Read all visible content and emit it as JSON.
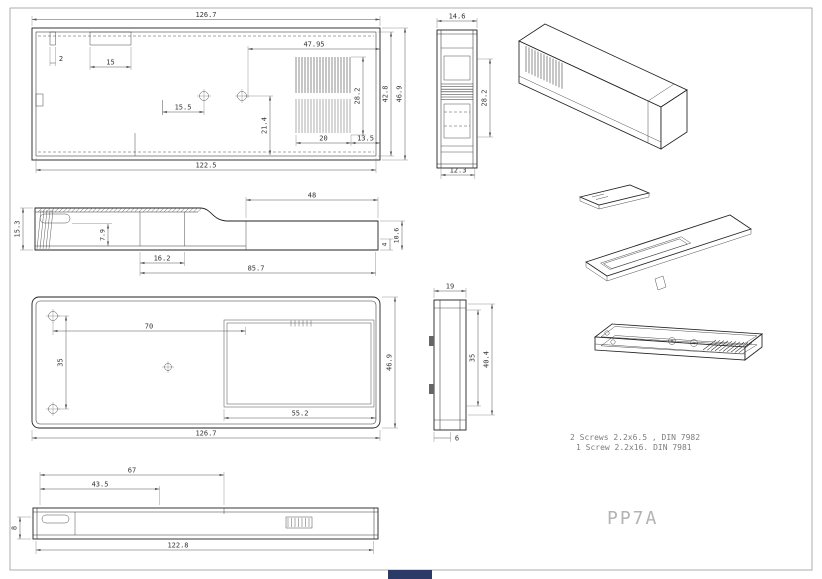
{
  "sheet": {
    "part_label": "PP7A",
    "notes": {
      "screws_line1": "2 Screws 2.2x6.5 , DIN 7982",
      "screws_line2": "1 Screw 2.2x16. DIN 7981"
    },
    "colors": {
      "line": "#222222",
      "dimension": "#555555",
      "part_label_gray": "#b3b3b3",
      "sheet_tab_navy": "#2b3a67"
    }
  },
  "top_view": {
    "w": "126.7",
    "wi": "122.5",
    "h": "46.9",
    "hi": "42.8",
    "d2": "2",
    "d15": "15",
    "d47_95": "47.95",
    "d28_2": "28.2",
    "d15_5": "15.5",
    "d21_4": "21.4",
    "d20": "20",
    "d13_5": "13.5"
  },
  "end_view_top": {
    "w": "14.6",
    "d28_2": "28.2",
    "d12_3": "12.3"
  },
  "side_view": {
    "d48": "48",
    "d15_3": "15.3",
    "d7_9": "7.9",
    "d16_2": "16.2",
    "d85_7": "85.7",
    "d4": "4",
    "d10_6": "10.6"
  },
  "bottom_view": {
    "d70": "70",
    "d35": "35",
    "d55_2": "55.2",
    "w": "126.7",
    "h": "46.9"
  },
  "end_view_bottom": {
    "d19": "19",
    "d35": "35",
    "d40_4": "40.4",
    "d6": "6"
  },
  "front_view": {
    "d67": "67",
    "d43_5": "43.5",
    "w": "122.8",
    "d8": "8"
  }
}
